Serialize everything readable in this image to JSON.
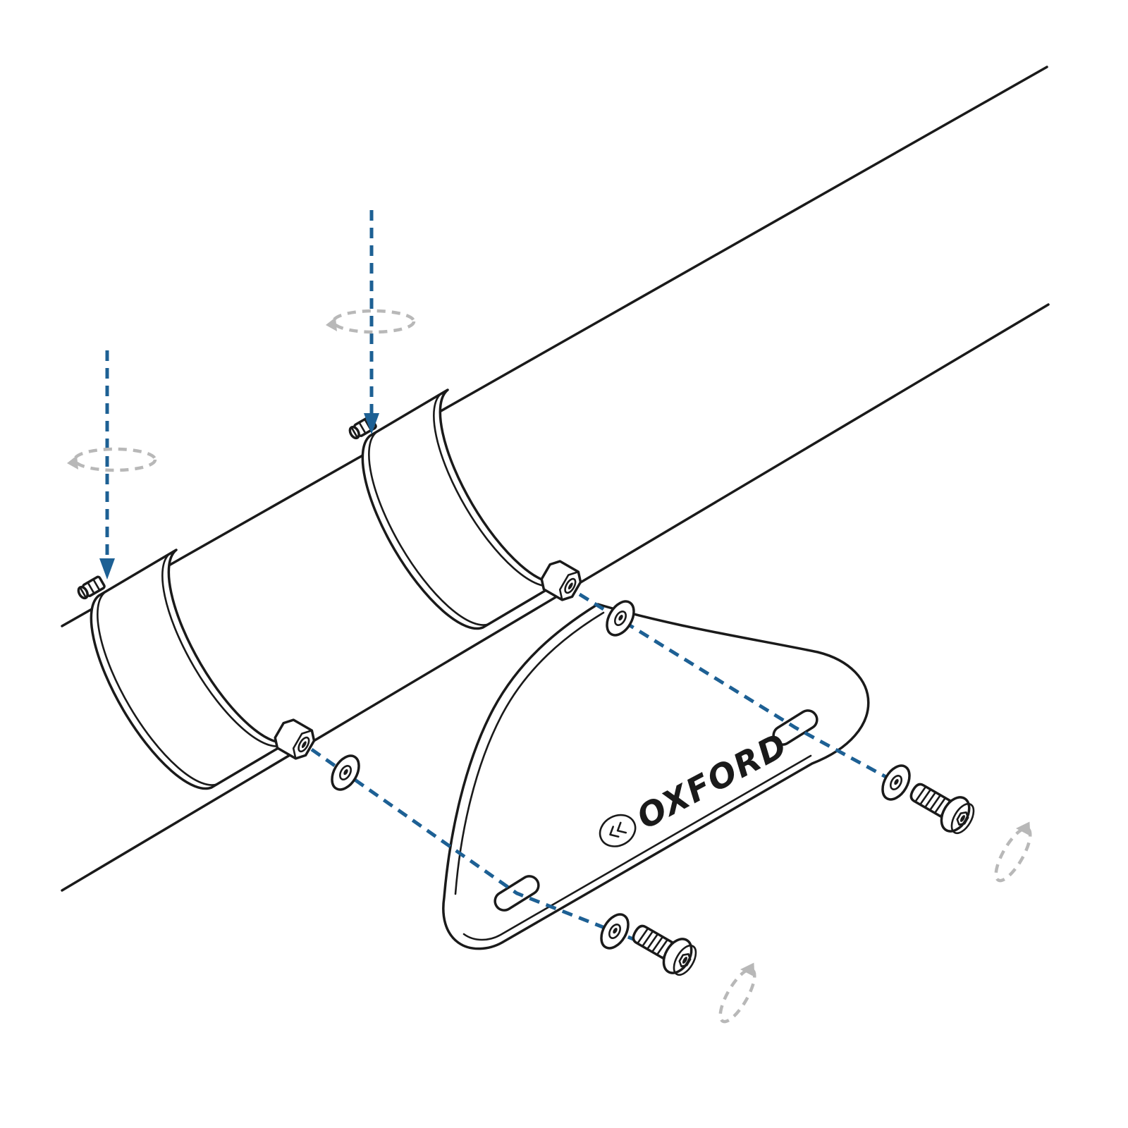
{
  "colors": {
    "line": "#1a1a1a",
    "accent_blue": "#1d6094",
    "muted_gray": "#b8b8b8",
    "background": "#ffffff"
  },
  "bracket": {
    "logo_text": "OXFORD"
  },
  "parts": {
    "tube": 1,
    "band_clamps": 2,
    "worm_drive_screws": 2,
    "hex_nut_bosses": 2,
    "washers": 4,
    "button_head_bolts": 2,
    "mounting_bracket": 1,
    "press_down_arrows": 2,
    "rotation_indicators": 4,
    "assembly_axis_lines": 2
  }
}
